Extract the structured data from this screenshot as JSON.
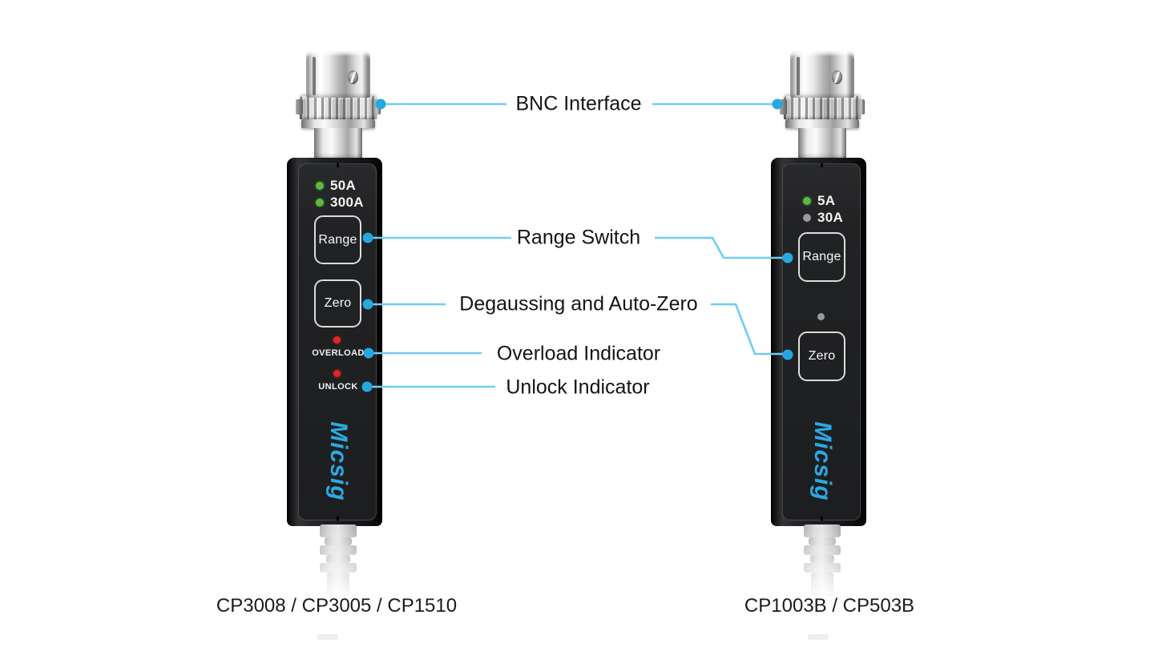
{
  "callout_labels": {
    "bnc": "BNC Interface",
    "range": "Range Switch",
    "degauss": "Degaussing and Auto-Zero",
    "overload": "Overload Indicator",
    "unlock": "Unlock Indicator"
  },
  "colors": {
    "callout_line": "#6fcdf1",
    "callout_dot": "#25a8e1",
    "led_green": "#5cb93f",
    "led_red": "#e42427",
    "led_gray": "#97999b",
    "logo_blue": "#2da9e2",
    "body_black": "#1d1e20"
  },
  "devices": {
    "left": {
      "caption": "CP3008 / CP3005 / CP1510",
      "range_leds": [
        {
          "label": "50A",
          "state": "green"
        },
        {
          "label": "300A",
          "state": "green"
        }
      ],
      "buttons": {
        "range": "Range",
        "zero": "Zero"
      },
      "indicators": {
        "overload": "OVERLOAD",
        "unlock": "UNLOCK"
      },
      "logo": "Micsig"
    },
    "right": {
      "caption": "CP1003B / CP503B",
      "range_leds": [
        {
          "label": "5A",
          "state": "green"
        },
        {
          "label": "30A",
          "state": "gray"
        }
      ],
      "buttons": {
        "range": "Range",
        "zero": "Zero"
      },
      "logo": "Micsig"
    }
  }
}
